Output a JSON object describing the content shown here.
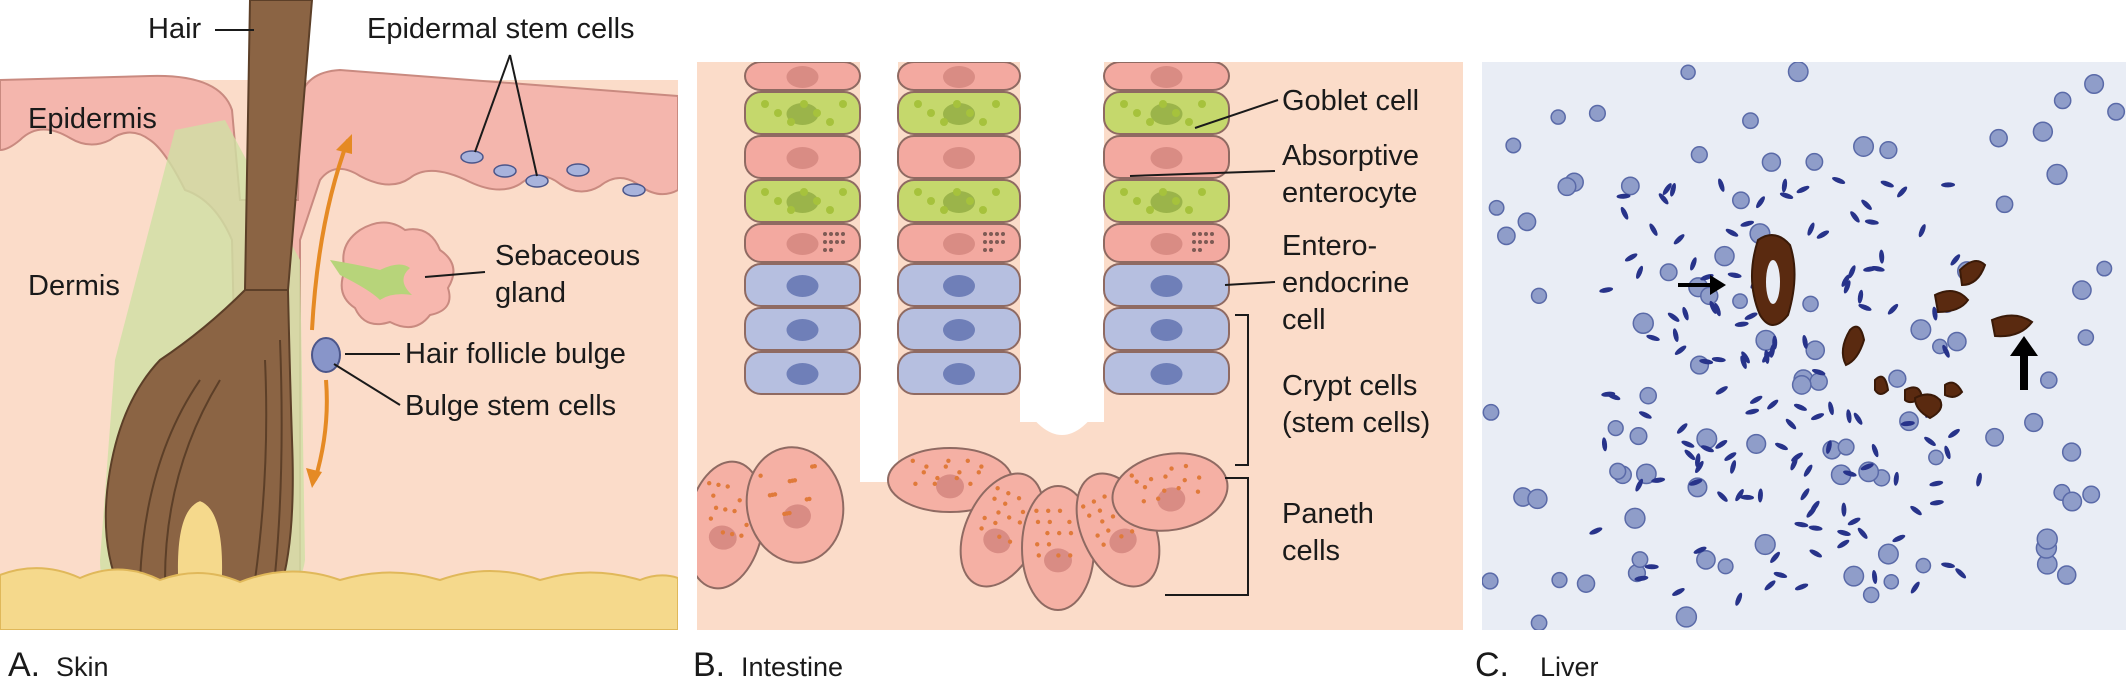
{
  "panels": {
    "skin": {
      "caption_letter": "A.",
      "caption_word": "Skin",
      "labels": {
        "hair": "Hair",
        "epidermal_stem_cells": "Epidermal stem cells",
        "epidermis": "Epidermis",
        "dermis": "Dermis",
        "sebaceous_1": "Sebaceous",
        "sebaceous_2": "gland",
        "follicle_bulge": "Hair follicle bulge",
        "bulge_stem_cells": "Bulge stem cells"
      }
    },
    "intestine": {
      "caption_letter": "B.",
      "caption_word": "Intestine",
      "labels": {
        "goblet": "Goblet cell",
        "absorptive_1": "Absorptive",
        "absorptive_2": "enterocyte",
        "entero_1": "Entero-",
        "entero_2": "endocrine",
        "entero_3": "cell",
        "crypt_1": "Crypt cells",
        "crypt_2": "(stem cells)",
        "paneth_1": "Paneth",
        "paneth_2": "cells"
      }
    },
    "liver": {
      "caption_letter": "C.",
      "caption_word": "Liver"
    }
  },
  "colors": {
    "epidermis": "#f4b6ad",
    "dermis": "#fbdcc9",
    "hair": "#8b6444",
    "fat": "#f5d98c",
    "goblet": "#c5d86c",
    "enterocyte": "#f3a9a0",
    "crypt": "#b6bfe0",
    "paneth": "#f5b0a4",
    "liver_bg": "#e9edf5",
    "stain": "#5a2a10"
  }
}
